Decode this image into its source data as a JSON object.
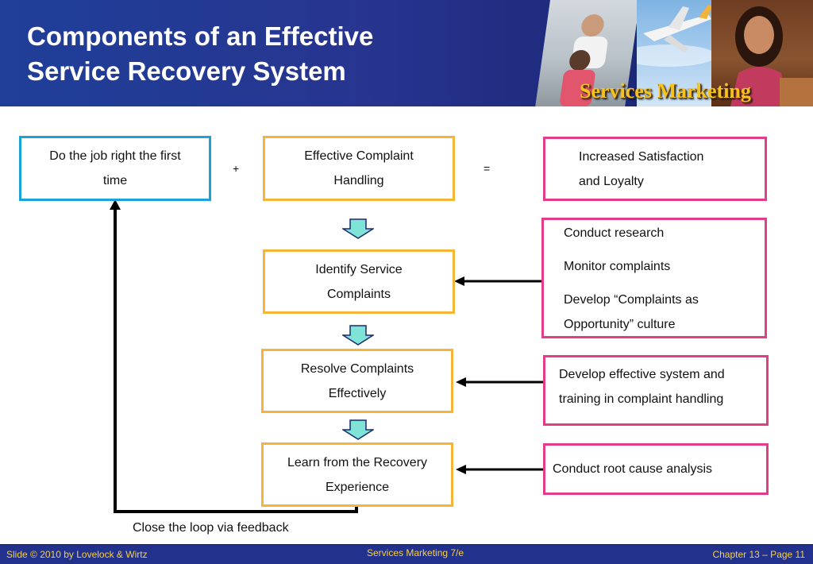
{
  "slide": {
    "title_line1": "Components of an Effective",
    "title_line2": "Service Recovery System",
    "brand": "Services Marketing"
  },
  "diagram": {
    "top_left": [
      "Do the job right the first",
      "time"
    ],
    "plus": "+",
    "top_middle": [
      "Effective Complaint",
      "Handling"
    ],
    "equals": "=",
    "top_right": [
      "Increased Satisfaction",
      "and Loyalty"
    ],
    "identify": [
      "Identify Service",
      "Complaints"
    ],
    "identify_actions": [
      "Conduct research",
      "Monitor complaints",
      "Develop “Complaints as",
      "Opportunity” culture"
    ],
    "resolve": [
      "Resolve Complaints",
      "Effectively"
    ],
    "resolve_actions": [
      "Develop effective system and",
      "training in complaint handling"
    ],
    "learn": [
      "Learn from the Recovery",
      "Experience"
    ],
    "learn_actions": [
      "Conduct root cause analysis"
    ],
    "loop_label": "Close the loop via feedback",
    "colors": {
      "blue": "#1aa3d9",
      "orange": "#f5b43a",
      "pink": "#e33d8a",
      "arrow_fill": "#7fe3d8"
    }
  },
  "footer": {
    "left": "Slide © 2010 by Lovelock & Wirtz",
    "center": "Services Marketing 7/e",
    "right": "Chapter 13 – Page 11"
  }
}
